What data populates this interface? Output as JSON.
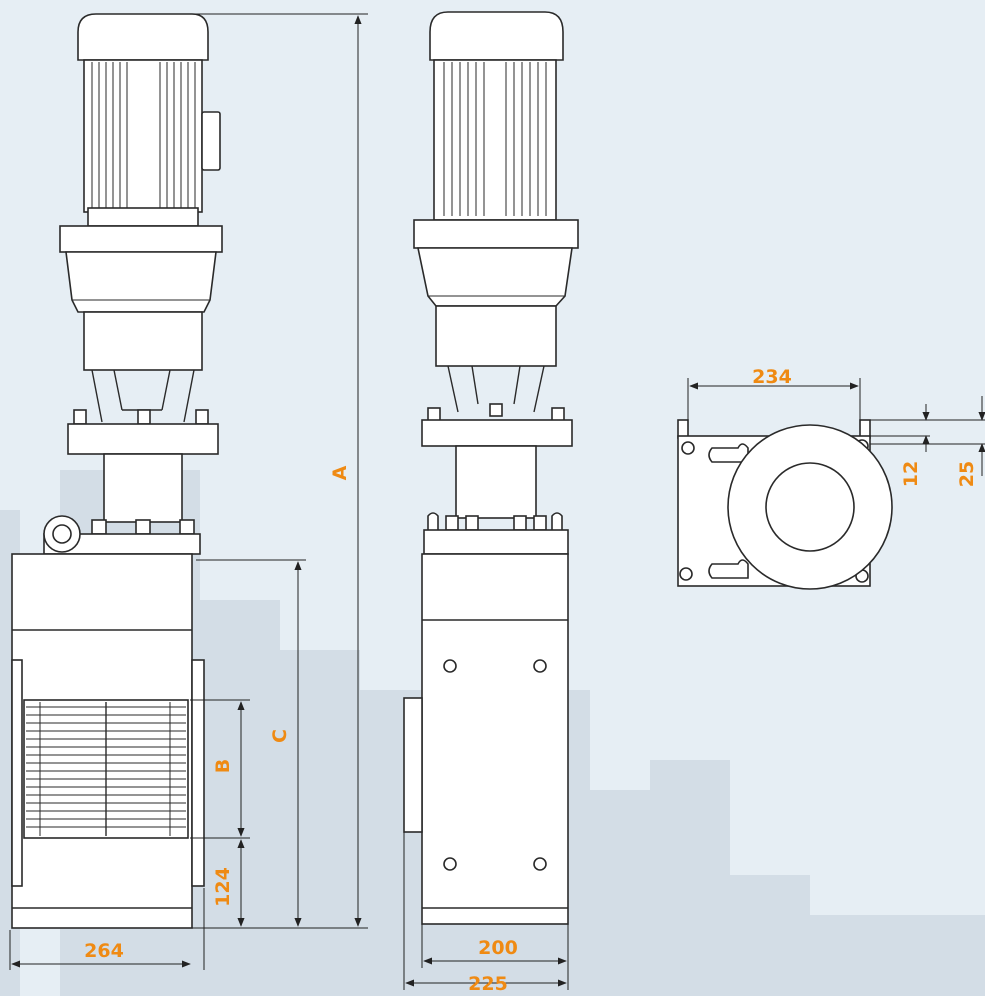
{
  "colors": {
    "background": "#e6eef4",
    "skyline": "#d3dde6",
    "dimension_text": "#ef8a13",
    "outline": "#2a2a2a"
  },
  "dimensions": {
    "overall_height": "A",
    "body_height": "C",
    "cutter_height": "B",
    "bottom_offset": "124",
    "side_width": "264",
    "front_inner_width": "200",
    "front_outer_width": "225",
    "top_width": "234",
    "top_small": "12",
    "top_large": "25"
  }
}
